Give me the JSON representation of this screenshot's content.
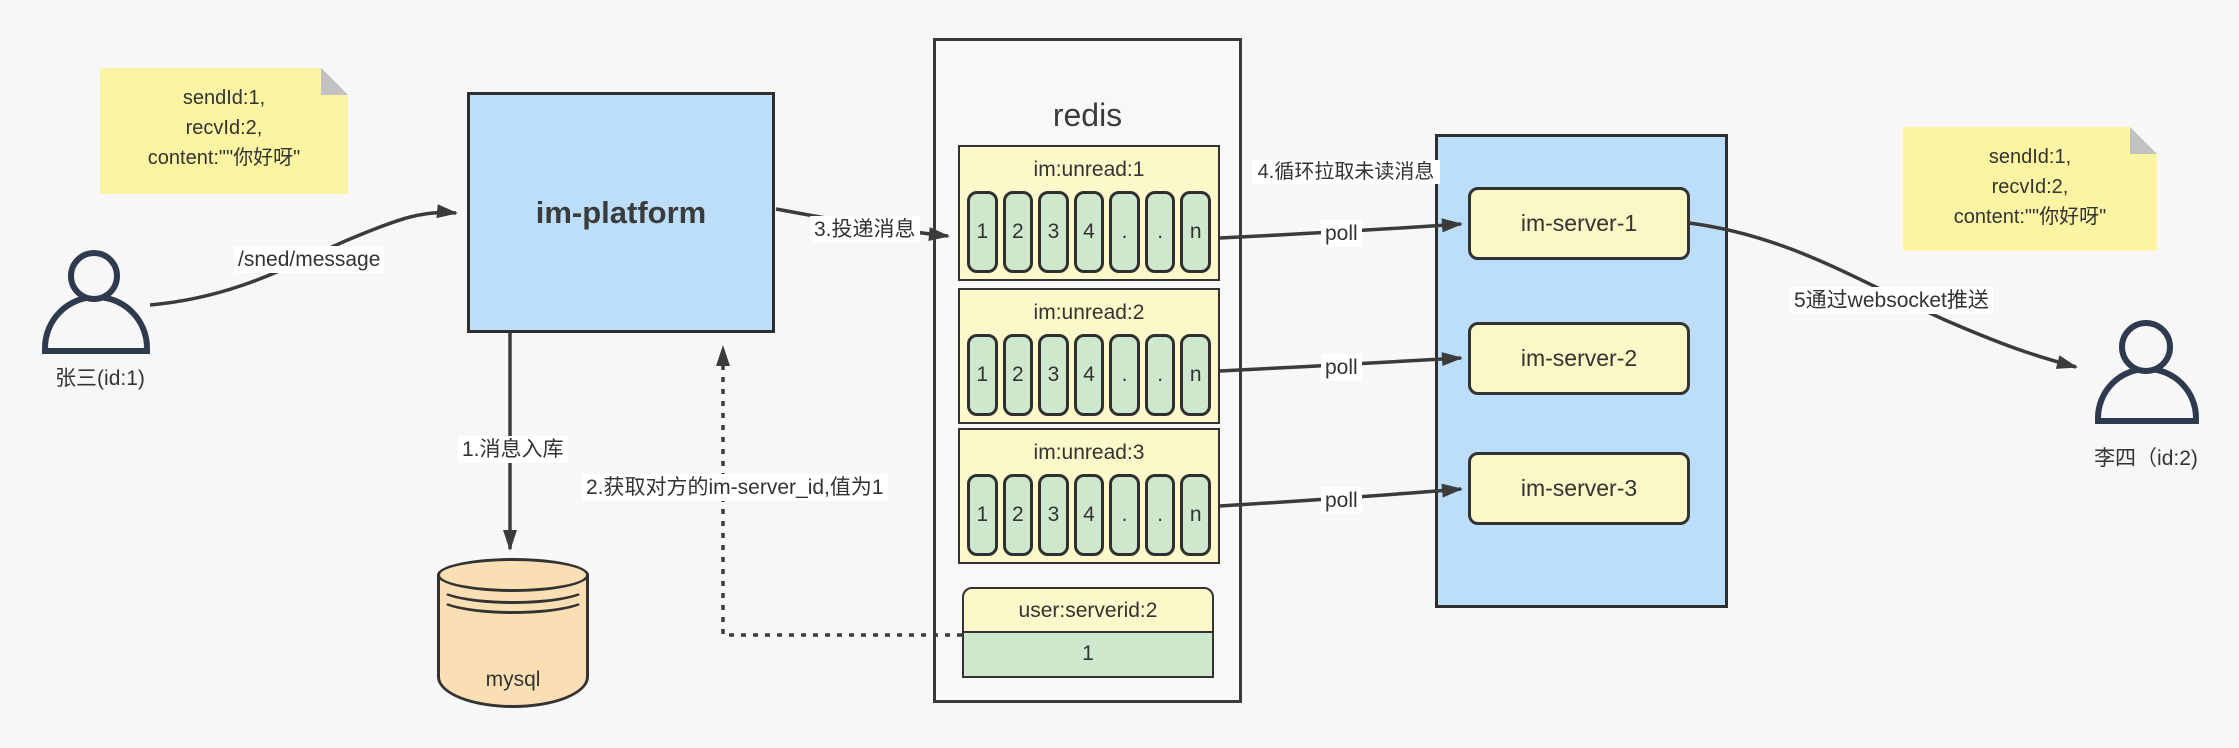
{
  "notes": {
    "left": {
      "lines": [
        "sendId:1,",
        "recvId:2,",
        "content:\"\"你好呀\""
      ]
    },
    "right": {
      "lines": [
        "sendId:1,",
        "recvId:2,",
        "content:\"\"你好呀\""
      ]
    }
  },
  "actors": {
    "sender": "张三(id:1)",
    "receiver": "李四（id:2)"
  },
  "platform": {
    "label": "im-platform"
  },
  "database": {
    "label": "mysql"
  },
  "redis": {
    "title": "redis",
    "queues": [
      {
        "name": "im:unread:1",
        "cells": [
          "1",
          "2",
          "3",
          "4",
          ".",
          ".",
          "n"
        ]
      },
      {
        "name": "im:unread:2",
        "cells": [
          "1",
          "2",
          "3",
          "4",
          ".",
          ".",
          "n"
        ]
      },
      {
        "name": "im:unread:3",
        "cells": [
          "1",
          "2",
          "3",
          "4",
          ".",
          ".",
          "n"
        ]
      }
    ],
    "kv": {
      "name": "user:serverid:2",
      "value": "1"
    }
  },
  "servers": [
    {
      "label": "im-server-1"
    },
    {
      "label": "im-server-2"
    },
    {
      "label": "im-server-3"
    }
  ],
  "edges": {
    "send": "/sned/message",
    "step1": "1.消息入库",
    "step2": "2.获取对方的im-server_id,值为1",
    "step3": "3.投递消息",
    "step4": "4.循环拉取未读消息",
    "step5": "5通过websocket推送",
    "poll": "poll"
  },
  "colors": {
    "background": "#f7f7f7",
    "note_yellow": "#fbf5a3",
    "box_blue": "#bcdef8",
    "panel_yellow": "#fcf7c6",
    "cell_green": "#cde8cd",
    "db_tan": "#fadfb5",
    "stroke": "#3b3b3b"
  }
}
